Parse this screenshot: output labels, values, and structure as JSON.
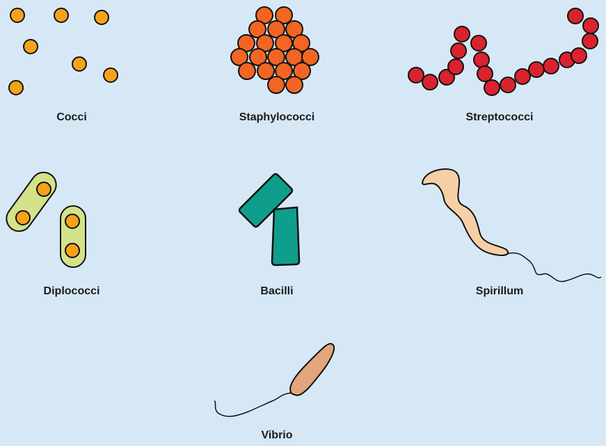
{
  "colors": {
    "background": "#d6e8f6",
    "outline": "#111111",
    "cocci_fill": "#f7a21b",
    "staph_fill": "#f26522",
    "strep_fill": "#d9232e",
    "capsule_fill": "#d4e28a",
    "bacilli_fill": "#0f9e8c",
    "spirillum_fill": "#f6cfa6",
    "vibrio_fill": "#e3a57c"
  },
  "items": [
    {
      "key": "cocci",
      "label": "Cocci",
      "icon": "cocci-icon"
    },
    {
      "key": "staphylococci",
      "label": "Staphylococci",
      "icon": "staphylococci-icon"
    },
    {
      "key": "streptococci",
      "label": "Streptococci",
      "icon": "streptococci-icon"
    },
    {
      "key": "diplococci",
      "label": "Diplococci",
      "icon": "diplococci-icon"
    },
    {
      "key": "bacilli",
      "label": "Bacilli",
      "icon": "bacilli-icon"
    },
    {
      "key": "spirillum",
      "label": "Spirillum",
      "icon": "spirillum-icon"
    },
    {
      "key": "vibrio",
      "label": "Vibrio",
      "icon": "vibrio-icon"
    }
  ]
}
